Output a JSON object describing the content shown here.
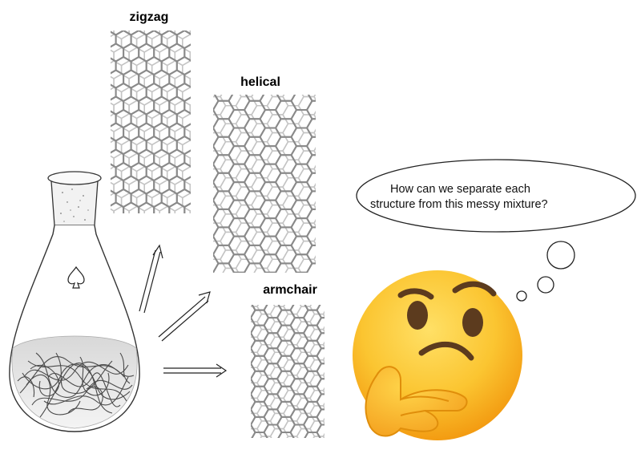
{
  "labels": {
    "zigzag": "zigzag",
    "helical": "helical",
    "armchair": "armchair"
  },
  "thought_bubble": {
    "line1": "How can we separate each",
    "line2": "structure from this messy mixture?"
  },
  "icons": {
    "flask": "erlenmeyer-flask-icon",
    "flask_symbol": "spade-symbol-icon",
    "emoji": "thinking-face-emoji",
    "arrows": "double-arrow-icon"
  },
  "colors": {
    "tube_front": "#8a8a8a",
    "tube_back": "#c4c4c4",
    "emoji_yellow": "#fbc531",
    "emoji_orange": "#f7a21b",
    "emoji_brown": "#5c3b1e"
  }
}
